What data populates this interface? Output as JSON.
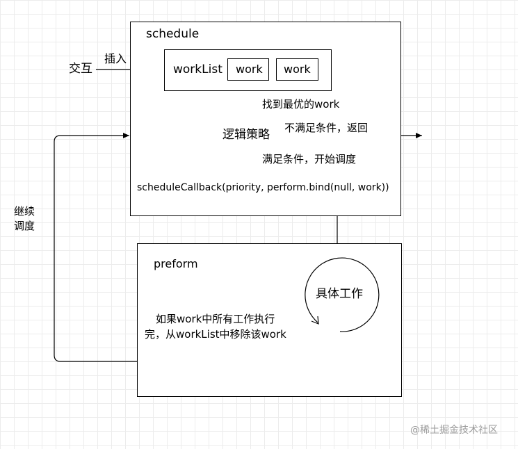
{
  "schedule": {
    "title": "schedule",
    "worklist_label": "workList",
    "work_items": [
      "work",
      "work"
    ],
    "find_best": "找到最优的work",
    "strategy": "逻辑策略",
    "not_satisfied": "不满足条件，返回",
    "satisfied": "满足条件，开始调度",
    "callback": "scheduleCallback(priority, perform.bind(null, work))"
  },
  "left": {
    "interact": "交互",
    "insert": "插入",
    "continue_line1": "继续",
    "continue_line2": "调度"
  },
  "preform": {
    "title": "preform",
    "circle_label": "具体工作",
    "note_line1": "如果work中所有工作执行",
    "note_line2": "完，从workList中移除该work"
  },
  "watermark": "@稀土掘金技术社区"
}
